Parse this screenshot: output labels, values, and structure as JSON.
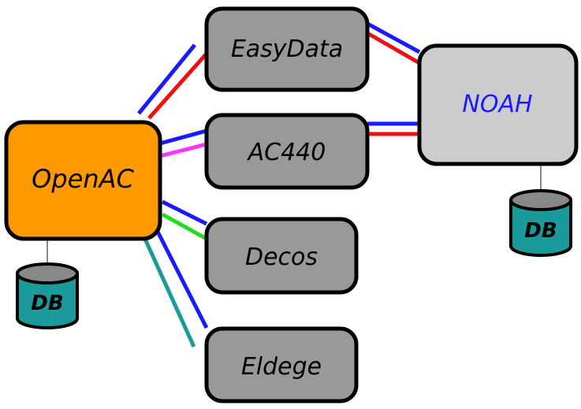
{
  "nodes": {
    "openac": {
      "label": "OpenAC",
      "fill": "#ff9900"
    },
    "easydata": {
      "label": "EasyData",
      "fill": "#999999"
    },
    "ac440": {
      "label": "AC440",
      "fill": "#999999"
    },
    "decos": {
      "label": "Decos",
      "fill": "#999999"
    },
    "eldege": {
      "label": "Eldege",
      "fill": "#999999"
    },
    "noah": {
      "label": "NOAH",
      "fill": "#cccccc",
      "text_color": "#1a1aff"
    }
  },
  "databases": {
    "openac_db": {
      "label": "DB",
      "fill": "#1a9a9a"
    },
    "noah_db": {
      "label": "DB",
      "fill": "#1a9a9a"
    }
  },
  "colors": {
    "blue": "#1a1aff",
    "red": "#ee1111",
    "magenta": "#ff33ff",
    "green": "#22dd22",
    "teal": "#1a9a9a",
    "outline": "#000000"
  }
}
